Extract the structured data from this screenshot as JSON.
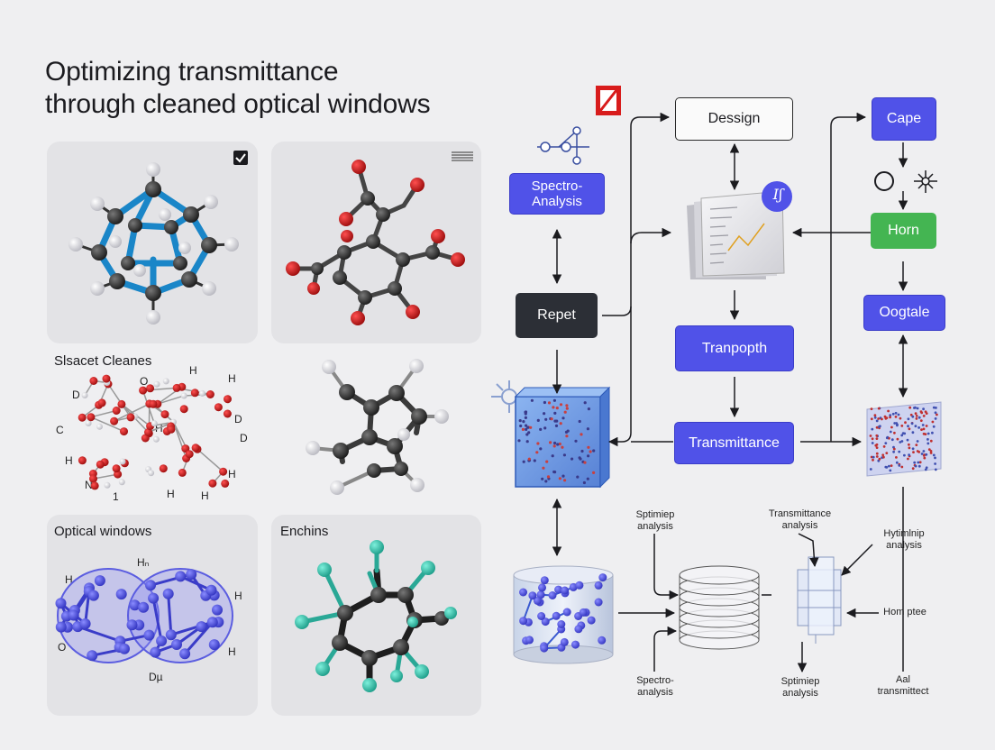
{
  "title": {
    "line1": "Optimizing transmittance",
    "line2": "through cleaned optical windows"
  },
  "panels": {
    "p3_label": "Slsacet Cleanes",
    "p5_label": "Optical windows",
    "p6_label": "Enchins"
  },
  "atom_labels": {
    "p3": [
      "H",
      "H",
      "O",
      "D",
      "D",
      "C",
      "H",
      "D",
      "H",
      "H",
      "N",
      "1",
      "H",
      "H"
    ],
    "p5": [
      "H",
      "Hₙ",
      "H",
      "O",
      "H",
      "Dµ"
    ]
  },
  "flow": {
    "spectro": "Spectro-\nAnalysis",
    "repet": "Repet",
    "design": "Dessign",
    "tranpopth": "Tranpopth",
    "transmittance": "Transmittance",
    "cape": "Cape",
    "horn": "Horn",
    "oogtale": "Oogtale",
    "doc_badge": "Iʃ"
  },
  "small_labels": {
    "sptimiep_top": "Sptimiep\nanalysis",
    "transmittance_analysis": "Transmittance\nanalysis",
    "hytimlnip": "Hytimlnip\nanalysis",
    "hom_ptee": "Hom ptee",
    "spectro_bottom": "Spectro-\nanalysis",
    "sptimiep_bottom": "Sptimiep\nanalysis",
    "aal": "Aal\ntransmittect"
  },
  "colors": {
    "blue_node": "#5052e8",
    "dark_node": "#2c2f36",
    "green_node": "#44b552",
    "oxygen_red": "#c81e1e",
    "cyan_atom": "#3cc8b4"
  }
}
